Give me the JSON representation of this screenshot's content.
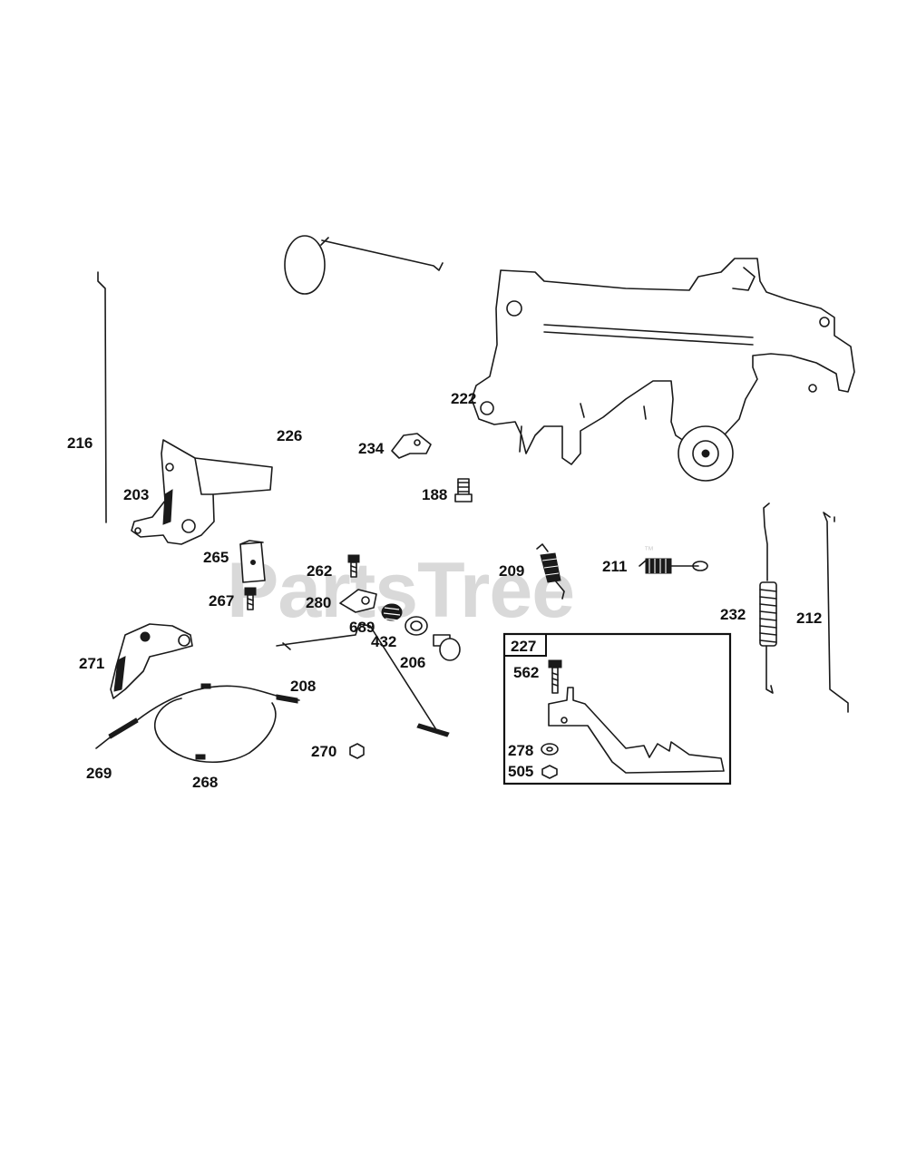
{
  "watermark": {
    "text": "PartsTree",
    "trademark": "™"
  },
  "parts": {
    "p216": "216",
    "p203": "203",
    "p226": "226",
    "p234": "234",
    "p222": "222",
    "p188": "188",
    "p265": "265",
    "p262": "262",
    "p209": "209",
    "p211": "211",
    "p232": "232",
    "p212": "212",
    "p267": "267",
    "p280": "280",
    "p689": "689",
    "p432": "432",
    "p206": "206",
    "p271": "271",
    "p208": "208",
    "p269": "269",
    "p268": "268",
    "p270": "270",
    "p227": "227",
    "p562": "562",
    "p278": "278",
    "p505": "505"
  }
}
